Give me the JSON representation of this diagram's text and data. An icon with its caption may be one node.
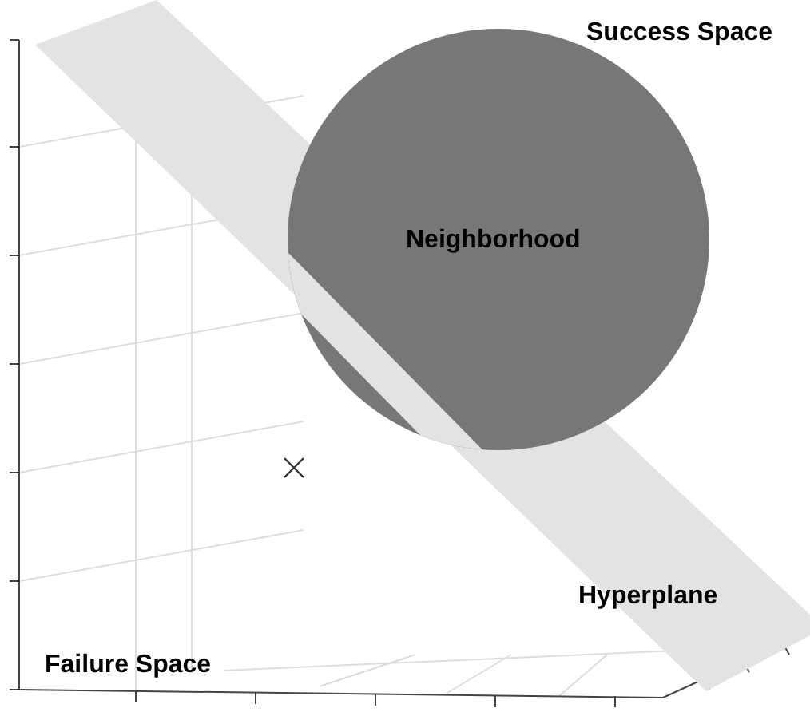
{
  "diagram": {
    "nodes": [
      {
        "text": [
          "Hyperplane"
        ]
      },
      {
        "text": [
          "Neighborhood"
        ]
      }
    ],
    "labels": [
      "Success Space",
      "Failure Space"
    ]
  }
}
